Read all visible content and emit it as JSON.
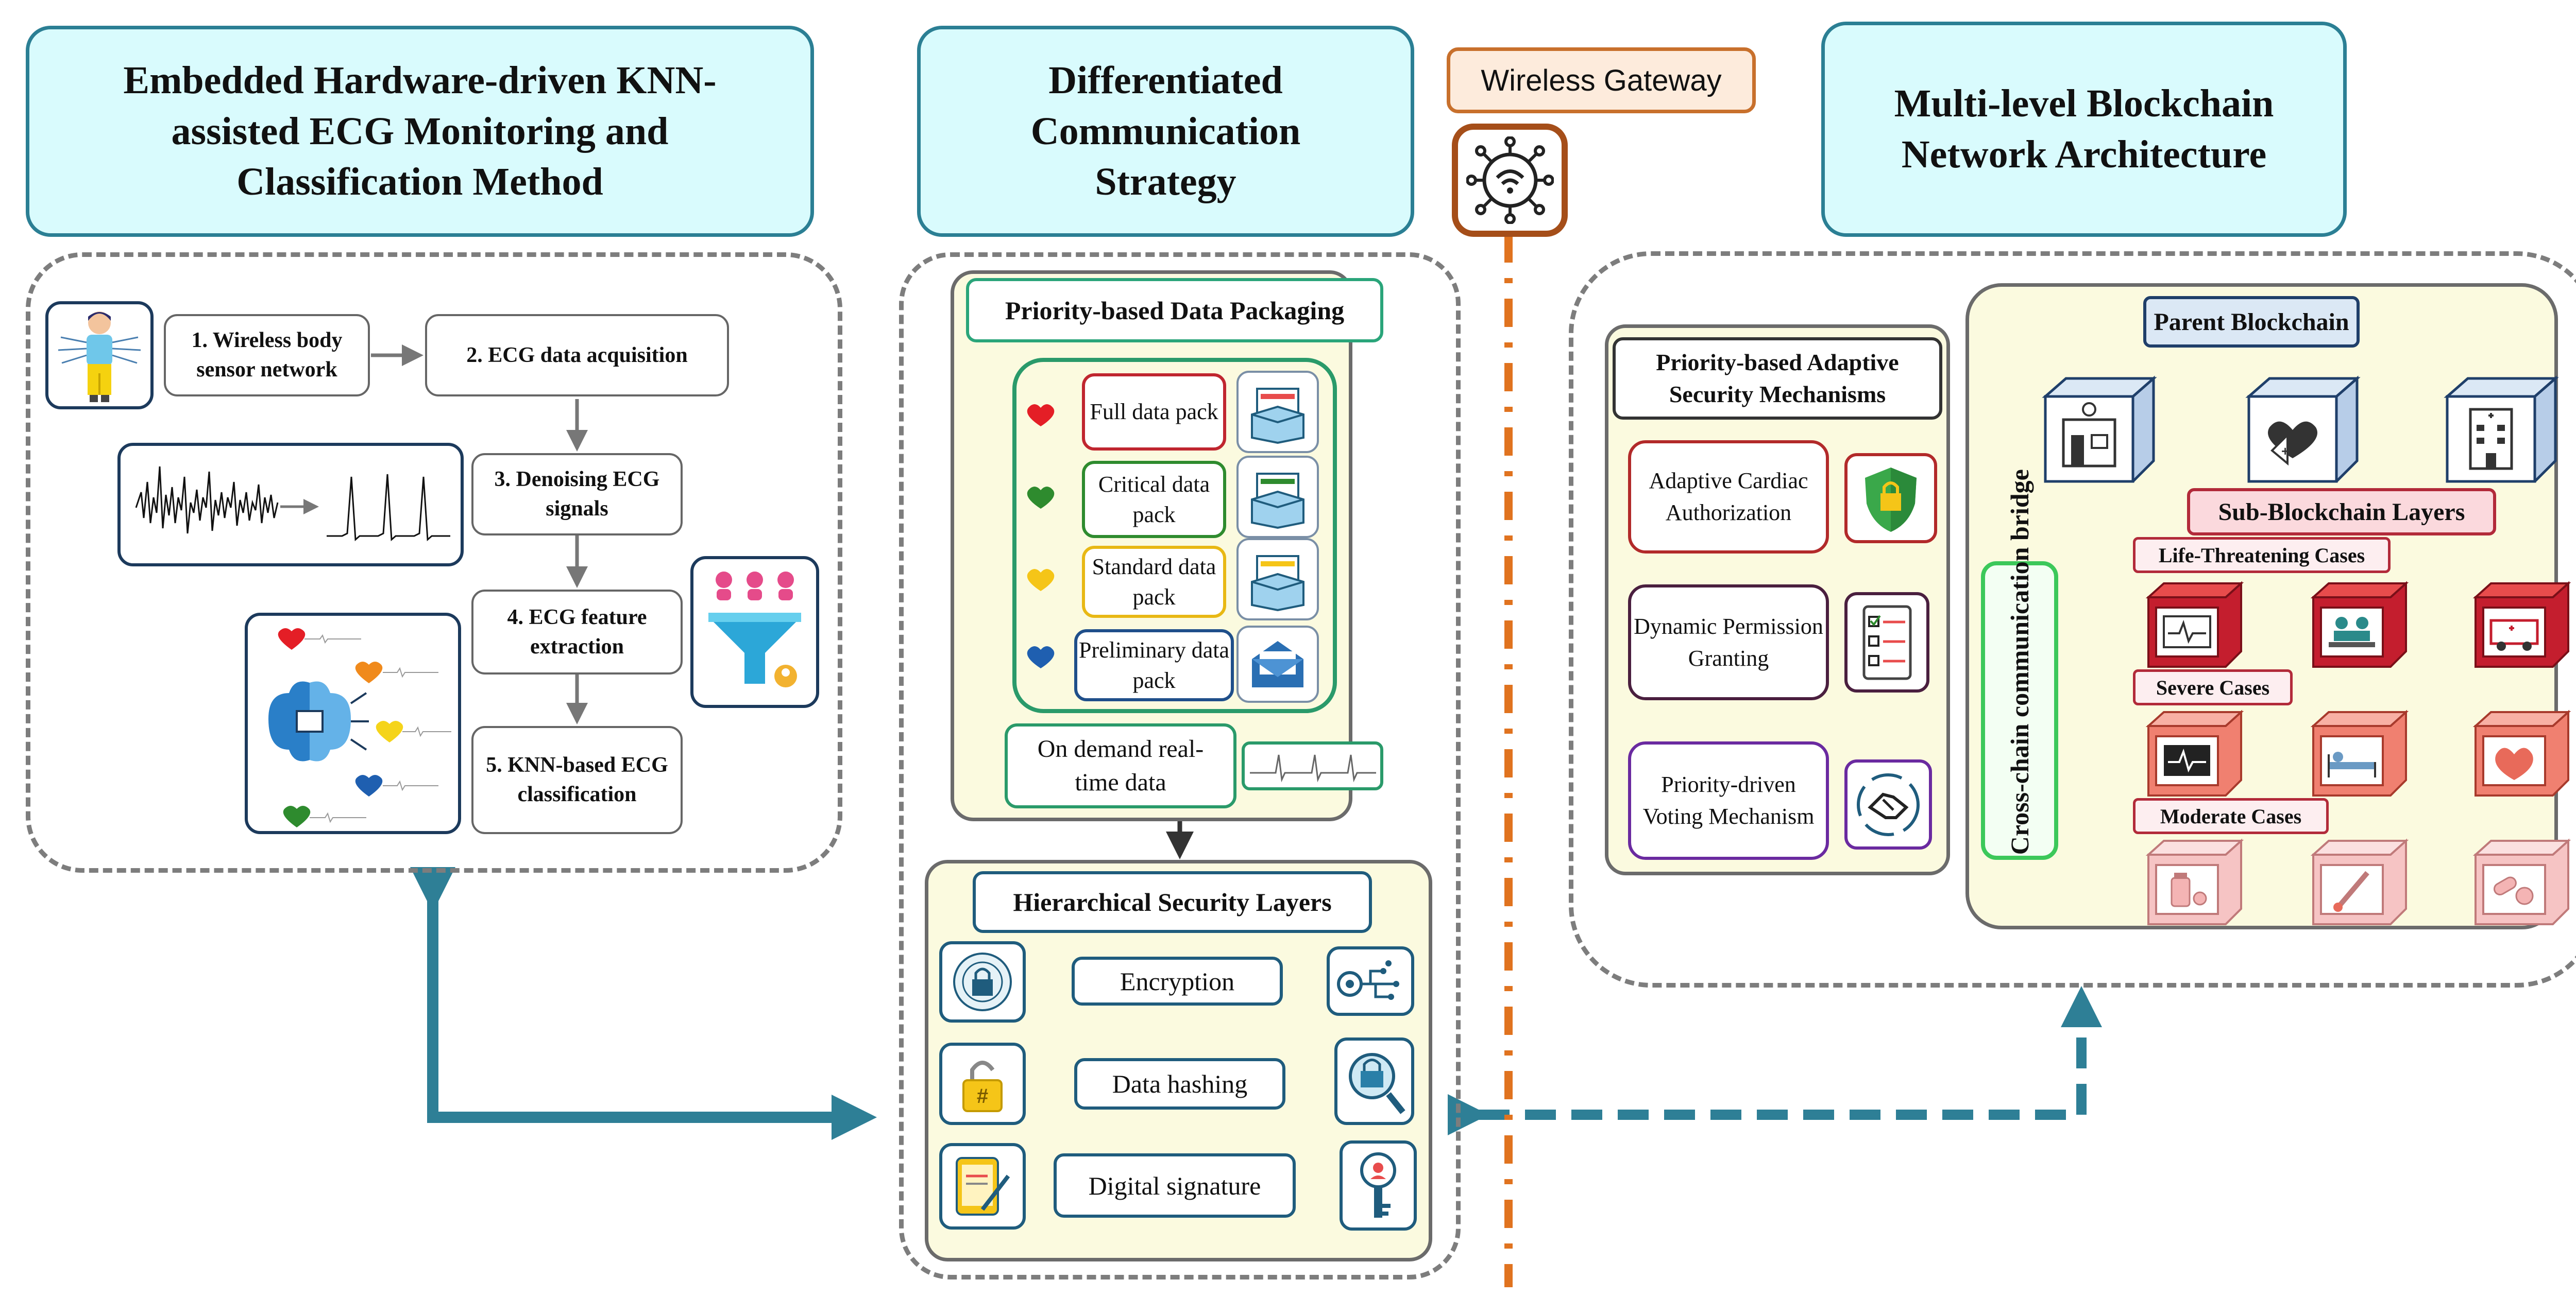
{
  "sections": {
    "ecg_title": "Embedded Hardware-driven KNN-assisted ECG Monitoring and Classification Method",
    "comm_title": "Differentiated Communication Strategy",
    "gateway_label": "Wireless Gateway",
    "blockchain_title": "Multi-level Blockchain Network Architecture"
  },
  "ecg_steps": {
    "s1": "1. Wireless body sensor network",
    "s2": "2. ECG data acquisition",
    "s3": "3. Denoising ECG signals",
    "s4": "4. ECG feature extraction",
    "s5": "5. KNN-based ECG classification"
  },
  "packaging": {
    "title": "Priority-based Data Packaging",
    "full": "Full data pack",
    "critical": "Critical data pack",
    "standard": "Standard data pack",
    "preliminary": "Preliminary data pack",
    "ondemand": "On demand real-time data"
  },
  "security": {
    "title": "Hierarchical Security Layers",
    "encryption": "Encryption",
    "hashing": "Data hashing",
    "signature": "Digital signature"
  },
  "adaptive": {
    "title": "Priority-based Adaptive Security Mechanisms",
    "m1": "Adaptive Cardiac Authorization",
    "m2": "Dynamic Permission Granting",
    "m3": "Priority-driven Voting Mechanism"
  },
  "blockchain": {
    "parent": "Parent Blockchain",
    "sub": "Sub-Blockchain Layers",
    "bridge": "Cross-chain communication bridge",
    "life": "Life-Threatening Cases",
    "severe": "Severe Cases",
    "moderate": "Moderate  Cases"
  },
  "colors": {
    "teal_arrow": "#2e7f96",
    "orange_line": "#e0731f",
    "heart_red": "#e41e26",
    "heart_green": "#2e8b2e",
    "heart_yellow": "#f5c518",
    "heart_blue": "#1f5fb0",
    "bridge_green": "#3cc85a"
  }
}
